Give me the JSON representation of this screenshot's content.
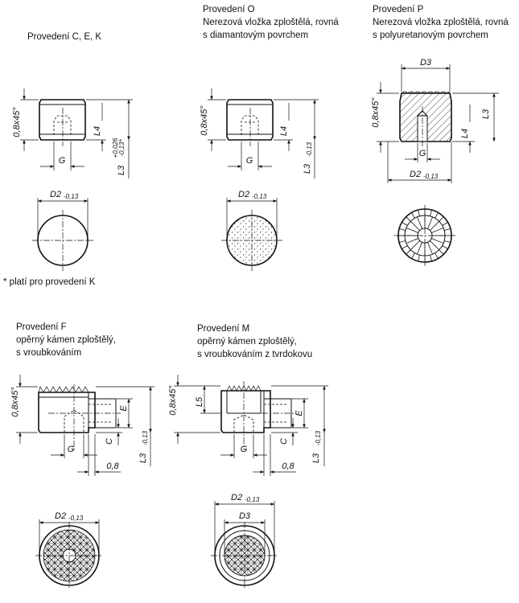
{
  "variants": {
    "cek": {
      "title": "Provedení C, E, K"
    },
    "o": {
      "title": "Provedení O",
      "line1": "Nerezová vložka zploštělá, rovná",
      "line2": "s diamantovým povrchem"
    },
    "p": {
      "title": "Provedení P",
      "line1": "Nerezová vložka zploštělá, rovná",
      "line2": "s polyuretanovým povrchem"
    },
    "f": {
      "title": "Provedení F",
      "line1": "opěrný kámen zploštělý,",
      "line2": "s vroubkováním"
    },
    "m": {
      "title": "Provedení M",
      "line1": "opěrný kámen zploštělý,",
      "line2": "s vroubkováním z tvrdokovu"
    }
  },
  "footnote": "* platí pro provedení K",
  "dims": {
    "chamfer": "0,8x45°",
    "L4": "L4",
    "L3": "L3",
    "L5": "L5",
    "G": "G",
    "C": "C",
    "E": "E",
    "D2": "D2",
    "D3": "D3",
    "tol_013": "-0,13",
    "tol_plus": "+0,026",
    "tol_minus": "-0,13*",
    "offset": "0,8"
  }
}
